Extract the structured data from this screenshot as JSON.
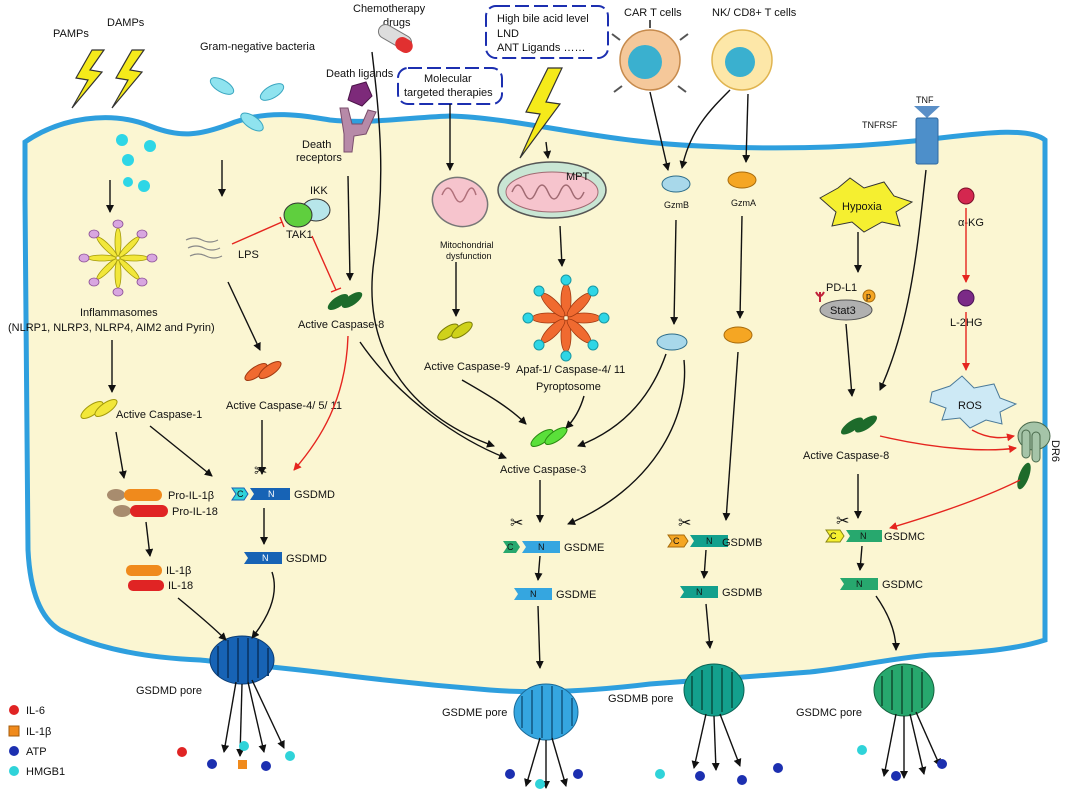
{
  "labels": {
    "pamps": "PAMPs",
    "damps": "DAMPs",
    "gram_negative": "Gram-negative bacteria",
    "chemo": "Chemotherapy",
    "chemo2": "drugs",
    "death_ligands": "Death ligands",
    "death_receptors": "Death",
    "death_receptors2": "receptors",
    "molecular": "Molecular",
    "molecular2": "targeted therapies",
    "bile": "High bile acid level",
    "lnd": "LND",
    "ant": "ANT Ligands ……",
    "car_t": "CAR T cells",
    "nk": "NK/ CD8+ T cells",
    "tnf": "TNF",
    "tnfrsf": "TNFRSF",
    "ikk": "IKK",
    "tak1": "TAK1",
    "lps": "LPS",
    "inflammasomes": "Inflammasomes",
    "inflammasomes2": "(NLRP1, NLRP3, NLRP4, AIM2 and Pyrin)",
    "mito": "Mitochondrial",
    "mito2": "dysfunction",
    "mpt": "MPT",
    "gzmb": "GzmB",
    "gzma": "GzmA",
    "hypoxia": "Hypoxia",
    "akg": "α-KG",
    "pdl1": "PD-L1",
    "stat3": "Stat3",
    "p": "p",
    "l2hg": "L-2HG",
    "ros": "ROS",
    "dr6": "DR6",
    "casp8a": "Active Caspase-8",
    "casp9": "Active Caspase-9",
    "apaf": "Apaf-1/ Caspase-4/ 11",
    "pyroptosome": "Pyroptosome",
    "casp1": "Active Caspase-1",
    "casp45": "Active Caspase-4/ 5/ 11",
    "casp3": "Active Caspase-3",
    "casp8b": "Active Caspase-8",
    "pro_il1b": "Pro-IL-1β",
    "pro_il18": "Pro-IL-18",
    "il1b": "IL-1β",
    "il18": "IL-18",
    "gsdmd": "GSDMD",
    "gsdmd_n": "GSDMD",
    "gsdme": "GSDME",
    "gsdme_n": "GSDME",
    "gsdmb": "GSDMB",
    "gsdmb_n": "GSDMB",
    "gsdmc": "GSDMC",
    "gsdmc_n": "GSDMC",
    "c": "C",
    "n": "N",
    "gsdmd_pore": "GSDMD pore",
    "gsdme_pore": "GSDME pore",
    "gsdmb_pore": "GSDMB pore",
    "gsdmc_pore": "GSDMC pore"
  },
  "legend": [
    {
      "label": "IL-6",
      "color": "#e02424",
      "shape": "circle"
    },
    {
      "label": "IL-1β",
      "color": "#f08a1c",
      "shape": "square"
    },
    {
      "label": "ATP",
      "color": "#1c2fb0",
      "shape": "circle"
    },
    {
      "label": "HMGB1",
      "color": "#2fd3d9",
      "shape": "circle"
    }
  ],
  "colors": {
    "cell_fill": "#fbf6d2",
    "membrane": "#2e9fde",
    "gsdmd": "#1763b5",
    "gsdme": "#35a6e0",
    "gsdmb": "#13a08d",
    "gsdmc": "#27a86e",
    "red_arrow": "#e5251f"
  }
}
